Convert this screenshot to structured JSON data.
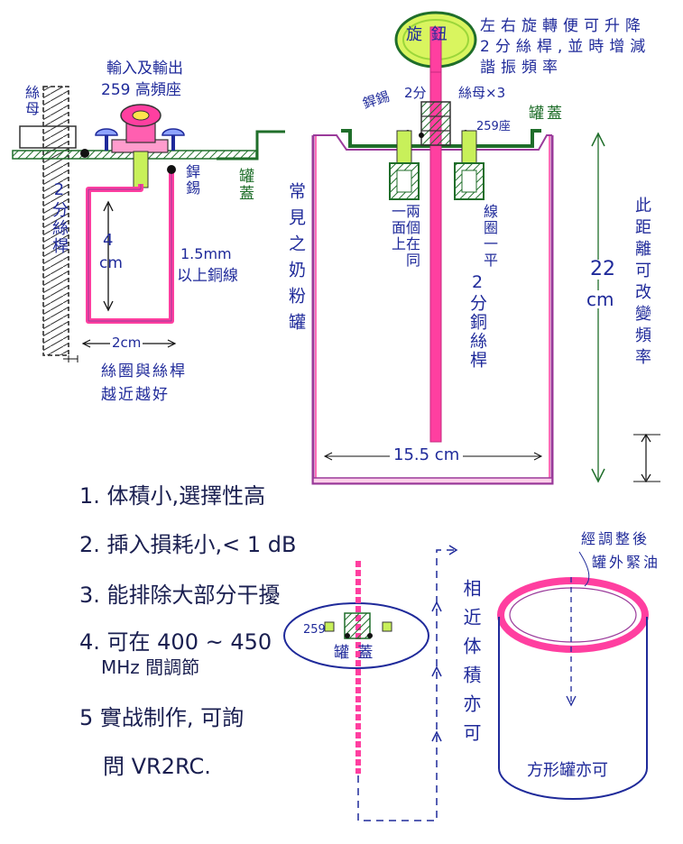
{
  "labels": {
    "knob": "旋 鈕",
    "top_right_note": "左右旋轉便可升降2分絲桿,並時增減諧振頻率",
    "io_connector": "輸入及輸出",
    "io_connector_2": "259 高頻座",
    "nut_left": "絲母",
    "rod_2fen": "2分絲桿",
    "solder": "銲錫",
    "lid_left": "罐蓋",
    "loop_height": "4",
    "loop_height_unit": "cm",
    "wire": "1.5mm",
    "wire_2": "以上銅線",
    "loop_width": "2cm",
    "gap_note": "絲圈與絲桿",
    "gap_note_2": "越近越好",
    "solder_top": "銲錫",
    "two_fen": "2分",
    "nut_x3": "絲母×3",
    "conn_259": "259座",
    "lid_right": "罐蓋",
    "milk_can": "常見之奶粉罐",
    "left_loop_note": "兩個在同一面上",
    "right_loop_note": "線圈一平",
    "copper_rod": "2分銅絲桿",
    "height_22": "22",
    "height_unit": "cm",
    "distance_note": "此距離可改變頻率",
    "width_155": "15.5 cm",
    "small_259": "259",
    "small_lid": "罐 蓋",
    "similar_volume": "相近体積亦可",
    "tuned_note": "經調整後",
    "tuned_note_2": "罐外緊油",
    "square_can": "方形罐亦可"
  },
  "specs": [
    "1. 体積小,選擇性高",
    "2. 揷入損耗小,< 1 dB",
    "3. 能排除大部分干擾",
    "4. 可在 400 ~ 450",
    "MHz 間調節",
    "5 實战制作, 可詢",
    "問 VR2RC."
  ],
  "colors": {
    "blue_ink": "#1f2a9a",
    "green_ink": "#1f6e2a",
    "magenta": "#ff3fa0",
    "lime": "#c8f05a",
    "purple_can": "#9a3a9a"
  }
}
